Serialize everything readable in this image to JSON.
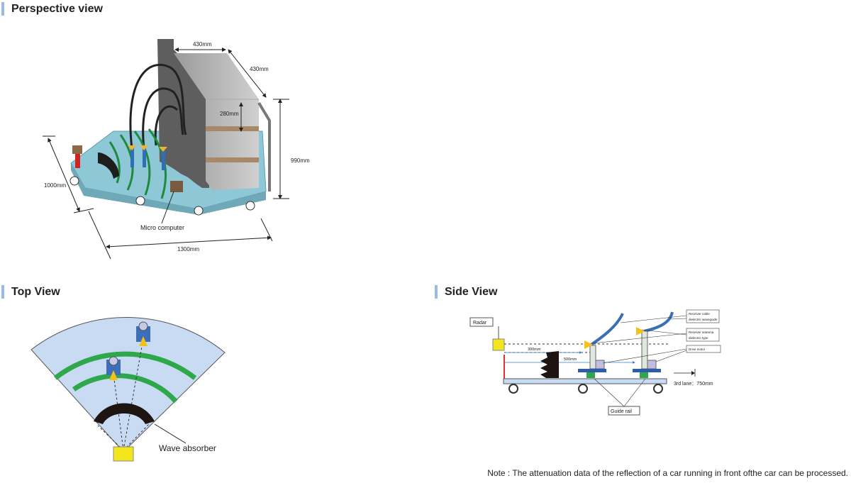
{
  "sections": {
    "perspective": "Perspective view",
    "top": "Top View",
    "side": "Side View"
  },
  "perspective": {
    "dim_430_top": "430mm",
    "dim_430_side": "430mm",
    "dim_280": "280mm",
    "dim_990": "990mm",
    "dim_1000": "1000mm",
    "dim_1300": "1300mm",
    "micro_computer": "Micro computer"
  },
  "top": {
    "wave_absorber": "Wave absorber"
  },
  "side": {
    "radar": "Radar",
    "dim_300": "300mm",
    "dim_500": "500mm",
    "receiver_cable": "Receiver cable",
    "dielectric_waveguide": "dielectric waveguide",
    "receiver_antenna": "Receiver antenna",
    "dielectric_type": "dielectric type",
    "drive_motor": "Drive motor",
    "lane": "3rd lane：750mm",
    "guide_rail": "Guide rail"
  },
  "note": "Note : The attenuation data of the reflection of a car running in front ofthe car can be processed.",
  "colors": {
    "section_bar": "#9bbbe5",
    "platform": "#8ec8d6",
    "wave": "#1f8a3c",
    "fan": "#c9dbf2",
    "radar": "#f2e51b",
    "rail": "#3a7cc0"
  }
}
